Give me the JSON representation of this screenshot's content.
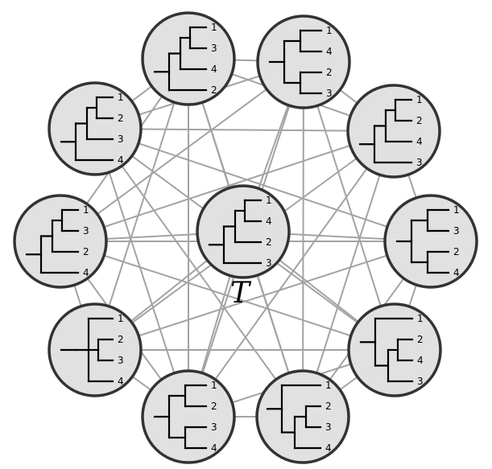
{
  "center_label": "T",
  "colors": {
    "node_fill": "#e1e1e1",
    "node_stroke": "#333333",
    "edge": "#a3a3a3",
    "tree": "#000000"
  },
  "nodes": [
    {
      "id": "center",
      "labels": [
        "1",
        "4",
        "2",
        "3"
      ],
      "shape": "cat-join-34"
    },
    {
      "id": "top-left",
      "labels": [
        "1",
        "3",
        "4",
        "2"
      ],
      "shape": "caterpillar"
    },
    {
      "id": "top-right",
      "labels": [
        "1",
        "4",
        "2",
        "3"
      ],
      "shape": "balanced"
    },
    {
      "id": "upper-left",
      "labels": [
        "1",
        "2",
        "3",
        "4"
      ],
      "shape": "caterpillar"
    },
    {
      "id": "upper-right",
      "labels": [
        "1",
        "2",
        "4",
        "3"
      ],
      "shape": "caterpillar"
    },
    {
      "id": "middle-left",
      "labels": [
        "1",
        "3",
        "2",
        "4"
      ],
      "shape": "caterpillar"
    },
    {
      "id": "middle-right",
      "labels": [
        "1",
        "3",
        "2",
        "4"
      ],
      "shape": "balanced"
    },
    {
      "id": "lower-left",
      "labels": [
        "1",
        "2",
        "3",
        "4"
      ],
      "shape": "cat-join-23"
    },
    {
      "id": "lower-right",
      "labels": [
        "1",
        "2",
        "4",
        "3"
      ],
      "shape": "cat-join-24"
    },
    {
      "id": "bottom-left",
      "labels": [
        "1",
        "2",
        "3",
        "4"
      ],
      "shape": "balanced"
    },
    {
      "id": "bottom-right",
      "labels": [
        "1",
        "2",
        "3",
        "4"
      ],
      "shape": "root-join-234"
    }
  ],
  "edges": [
    [
      "top-left",
      "top-right"
    ],
    [
      "top-left",
      "upper-left"
    ],
    [
      "top-left",
      "upper-right"
    ],
    [
      "top-left",
      "middle-left"
    ],
    [
      "top-left",
      "lower-left"
    ],
    [
      "top-left",
      "bottom-left"
    ],
    [
      "top-left",
      "bottom-right"
    ],
    [
      "top-left",
      "center"
    ],
    [
      "top-right",
      "upper-left"
    ],
    [
      "top-right",
      "upper-right"
    ],
    [
      "top-right",
      "middle-left"
    ],
    [
      "top-right",
      "lower-right"
    ],
    [
      "top-right",
      "bottom-right"
    ],
    [
      "top-right",
      "bottom-left"
    ],
    [
      "top-right",
      "center"
    ],
    [
      "upper-left",
      "upper-right"
    ],
    [
      "upper-left",
      "middle-right"
    ],
    [
      "upper-left",
      "lower-right"
    ],
    [
      "upper-left",
      "bottom-left"
    ],
    [
      "upper-left",
      "bottom-right"
    ],
    [
      "upper-right",
      "middle-left"
    ],
    [
      "upper-right",
      "middle-right"
    ],
    [
      "upper-right",
      "lower-left"
    ],
    [
      "upper-right",
      "bottom-left"
    ],
    [
      "upper-right",
      "bottom-right"
    ],
    [
      "middle-left",
      "middle-right"
    ],
    [
      "middle-left",
      "lower-left"
    ],
    [
      "middle-left",
      "lower-right"
    ],
    [
      "middle-left",
      "bottom-left"
    ],
    [
      "middle-left",
      "center"
    ],
    [
      "middle-right",
      "lower-left"
    ],
    [
      "middle-right",
      "lower-right"
    ],
    [
      "middle-right",
      "bottom-right"
    ],
    [
      "middle-right",
      "center"
    ],
    [
      "lower-left",
      "lower-right"
    ],
    [
      "lower-left",
      "bottom-left"
    ],
    [
      "lower-left",
      "center"
    ],
    [
      "lower-right",
      "bottom-right"
    ],
    [
      "lower-right",
      "bottom-left"
    ],
    [
      "lower-right",
      "center"
    ],
    [
      "bottom-left",
      "bottom-right"
    ],
    [
      "bottom-left",
      "center"
    ],
    [
      "bottom-right",
      "center"
    ]
  ]
}
